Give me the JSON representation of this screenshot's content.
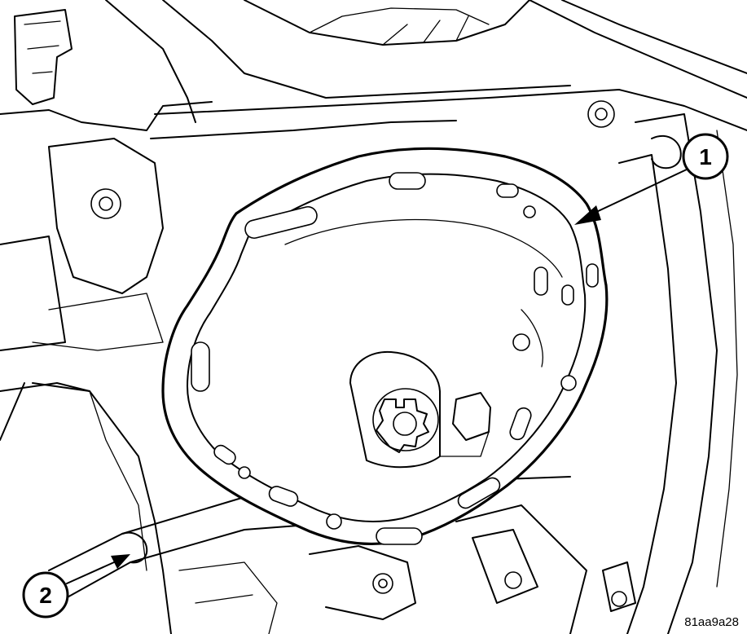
{
  "callouts": [
    {
      "label": "1"
    },
    {
      "label": "2"
    }
  ],
  "figure_id": "81aa9a28"
}
